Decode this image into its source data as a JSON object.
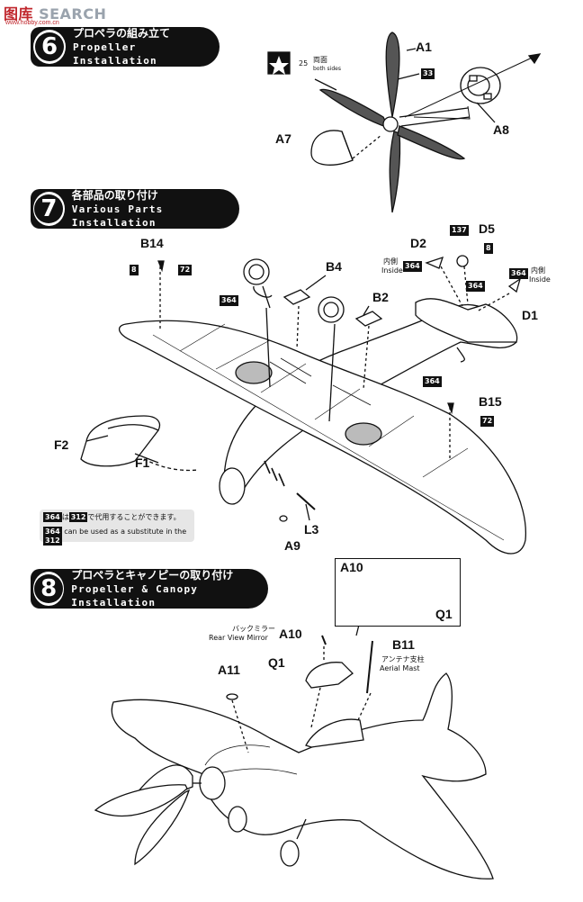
{
  "watermark": {
    "text": "SEARCH",
    "prefix": "图库",
    "sub": "www.hobby.com.cn"
  },
  "steps": [
    {
      "num": "6",
      "jp": "プロペラの組み立て",
      "en": "Propeller Installation"
    },
    {
      "num": "7",
      "jp": "各部品の取り付け",
      "en": "Various Parts Installation"
    },
    {
      "num": "8",
      "jp": "プロペラとキャノピーの取り付け",
      "en": "Propeller & Canopy Installation"
    }
  ],
  "step6": {
    "star_code": "25",
    "star_jp": "両面",
    "star_en": "both sides",
    "color_33": "33",
    "parts": {
      "a1": "A1",
      "a7": "A7",
      "a8": "A8"
    }
  },
  "step7": {
    "parts": {
      "b14": "B14",
      "b4": "B4",
      "b2": "B2",
      "d2": "D2",
      "d5": "D5",
      "d1": "D1",
      "b15": "B15",
      "f2": "F2",
      "f1": "F1",
      "l3": "L3",
      "a9": "A9"
    },
    "colors": {
      "c8a": "8",
      "c72a": "72",
      "c364a": "364",
      "c137": "137",
      "c8b": "8",
      "c364b": "364",
      "c364c": "364",
      "c364d": "364",
      "c364e": "364",
      "c72b": "72"
    },
    "inside_jp": "内側",
    "inside_en": "Inside",
    "substitute": {
      "line1_a": "364",
      "line1_b": "312",
      "line1_jp": "で代用することができます。",
      "line2_a": "364",
      "line2_text": "can be used as a substitute in the",
      "line2_b": "312"
    }
  },
  "step8": {
    "parts": {
      "a10_inset": "A10",
      "q1_inset": "Q1",
      "a10": "A10",
      "q1": "Q1",
      "b11": "B11",
      "a11": "A11"
    },
    "mirror_jp": "バックミラー",
    "mirror_en": "Rear View Mirror",
    "mast_jp": "アンテナ支柱",
    "mast_en": "Aerial Mast"
  }
}
